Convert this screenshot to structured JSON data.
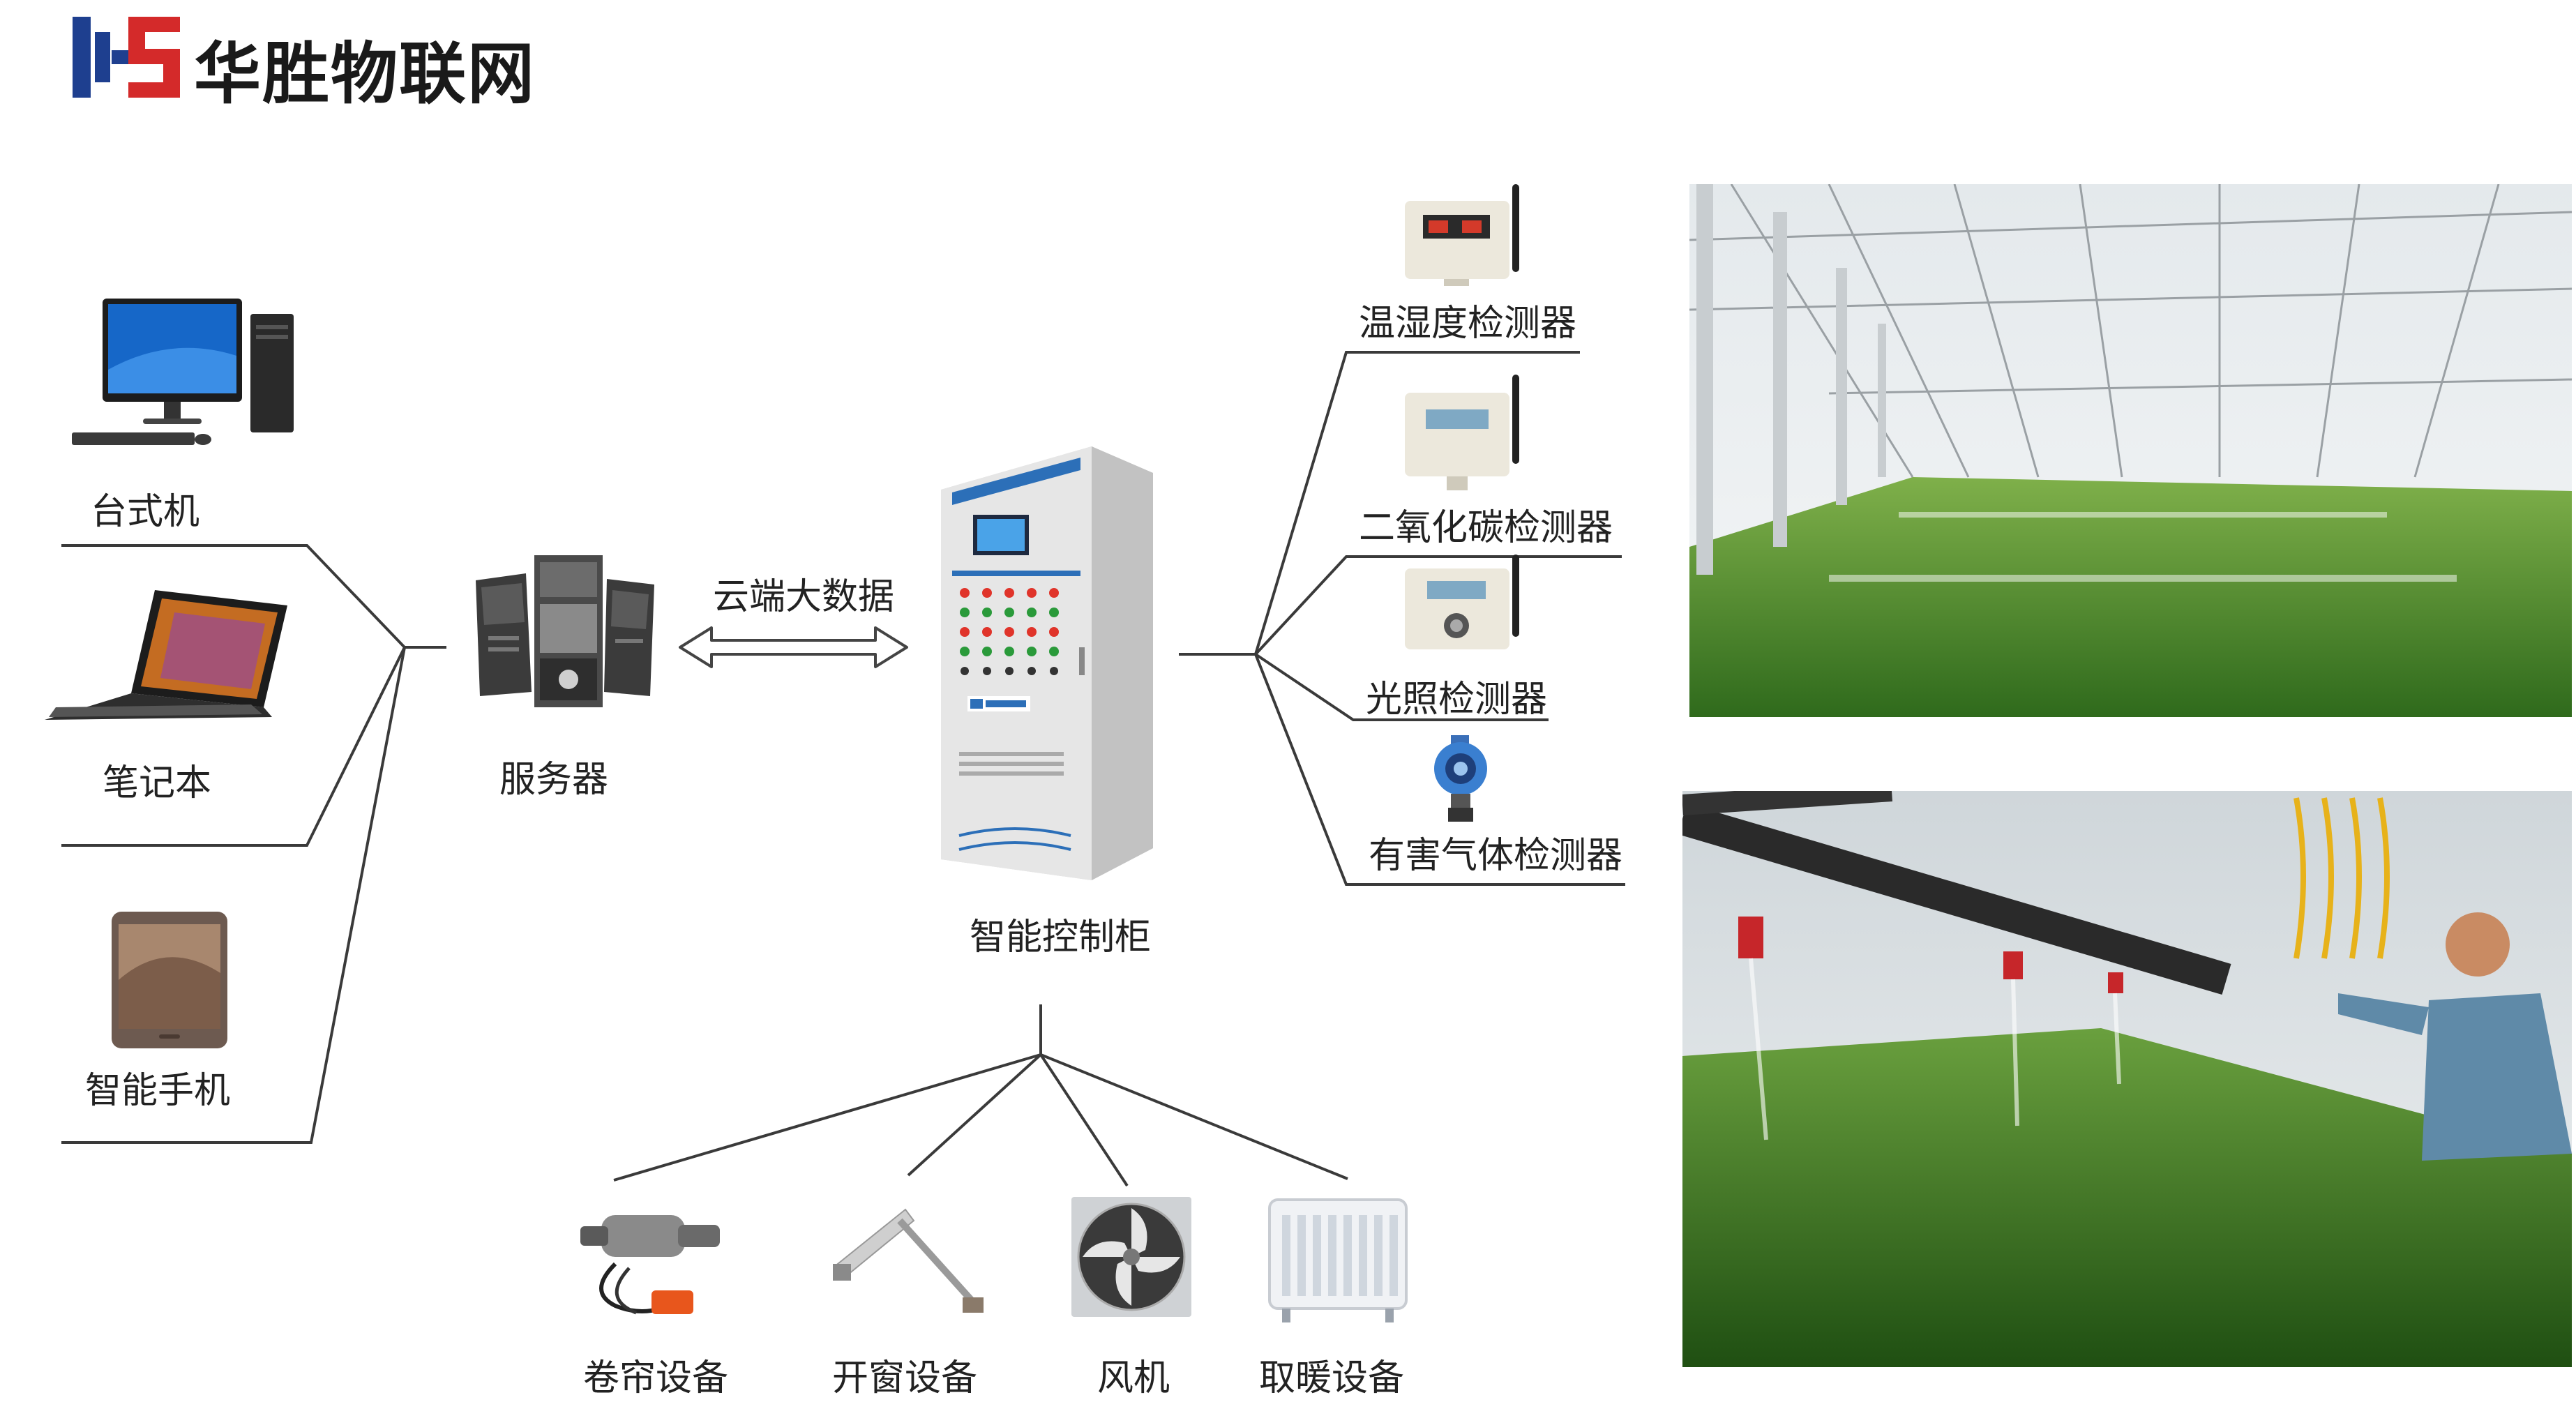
{
  "brand": {
    "logo_letters": "HS",
    "name": "华胜物联网",
    "colors": {
      "blue": "#1e3f8f",
      "red": "#d42a2a"
    }
  },
  "clients": [
    {
      "label": "台式机",
      "icon": "desktop-computer-icon"
    },
    {
      "label": "笔记本",
      "icon": "laptop-icon"
    },
    {
      "label": "智能手机",
      "icon": "smartphone-icon"
    }
  ],
  "server": {
    "label": "服务器",
    "icon": "server-rack-icon"
  },
  "link": {
    "label": "云端大数据"
  },
  "cabinet": {
    "label": "智能控制柜",
    "icon": "control-cabinet-icon"
  },
  "sensors": [
    {
      "label": "温湿度检测器",
      "icon": "temperature-humidity-sensor-icon"
    },
    {
      "label": "二氧化碳检测器",
      "icon": "co2-sensor-icon"
    },
    {
      "label": "光照检测器",
      "icon": "light-sensor-icon"
    },
    {
      "label": "有害气体检测器",
      "icon": "harmful-gas-detector-icon"
    }
  ],
  "actuators": [
    {
      "label": "卷帘设备",
      "icon": "curtain-motor-icon"
    },
    {
      "label": "开窗设备",
      "icon": "window-opener-icon"
    },
    {
      "label": "风机",
      "icon": "exhaust-fan-icon"
    },
    {
      "label": "取暖设备",
      "icon": "heater-icon"
    }
  ],
  "photos": [
    {
      "name": "greenhouse-interior-photo"
    },
    {
      "name": "greenhouse-irrigation-photo"
    }
  ]
}
